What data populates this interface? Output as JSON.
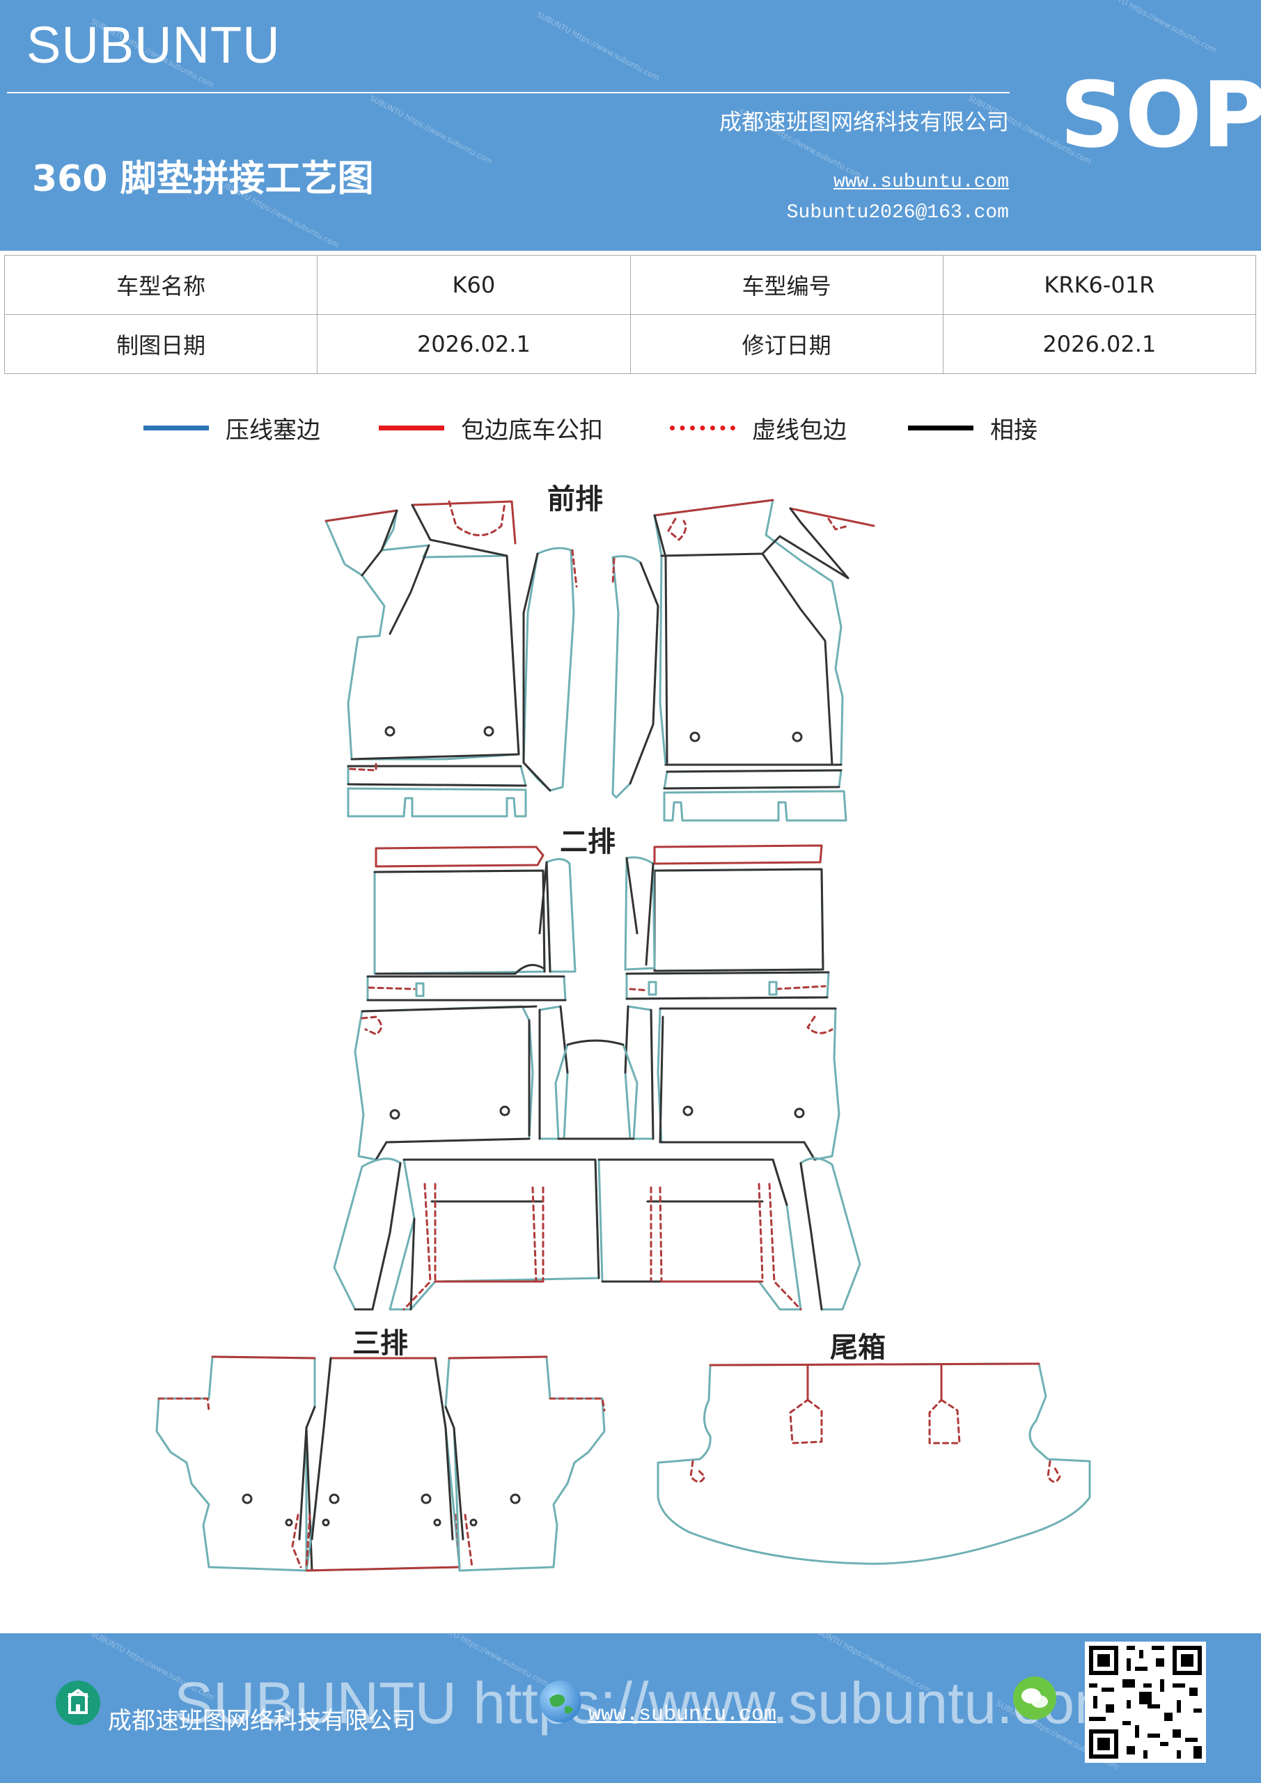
{
  "header": {
    "brand": "SUBUNTU",
    "title": "360 脚垫拼接工艺图",
    "company": "成都速班图网络科技有限公司",
    "website": "www.subuntu.com",
    "email": "Subuntu2026@163.com",
    "badge": "SOP",
    "watermark_text": "SUBUNTU https://www.subuntu.com"
  },
  "info_table": {
    "rows": [
      {
        "label1": "车型名称",
        "value1": "K60",
        "label2": "车型编号",
        "value2": "KRK6-01R"
      },
      {
        "label1": "制图日期",
        "value1": "2026.02.1",
        "label2": "修订日期",
        "value2": "2026.02.1"
      }
    ]
  },
  "legend": [
    {
      "label": "压线塞边",
      "color": "#2e75b6",
      "style": "solid"
    },
    {
      "label": "包边底车公扣",
      "color": "#e41a1c",
      "style": "solid"
    },
    {
      "label": "虚线包边",
      "color": "#e41a1c",
      "style": "dotted"
    },
    {
      "label": "相接",
      "color": "#000000",
      "style": "solid"
    }
  ],
  "sections": {
    "front": "前排",
    "second": "二排",
    "third": "三排",
    "trunk": "尾箱"
  },
  "colors": {
    "teal_outline": "#6fb0b4",
    "red_outline": "#b03a3a",
    "dark_line": "#333333",
    "header_bg": "#5b9bd5"
  },
  "footer": {
    "company": "成都速班图网络科技有限公司",
    "website": "www.subuntu.com",
    "watermark": "SUBUNTU https://www.subuntu.com",
    "icons": [
      "building-icon",
      "globe-icon",
      "wechat-icon",
      "qr-code"
    ]
  }
}
